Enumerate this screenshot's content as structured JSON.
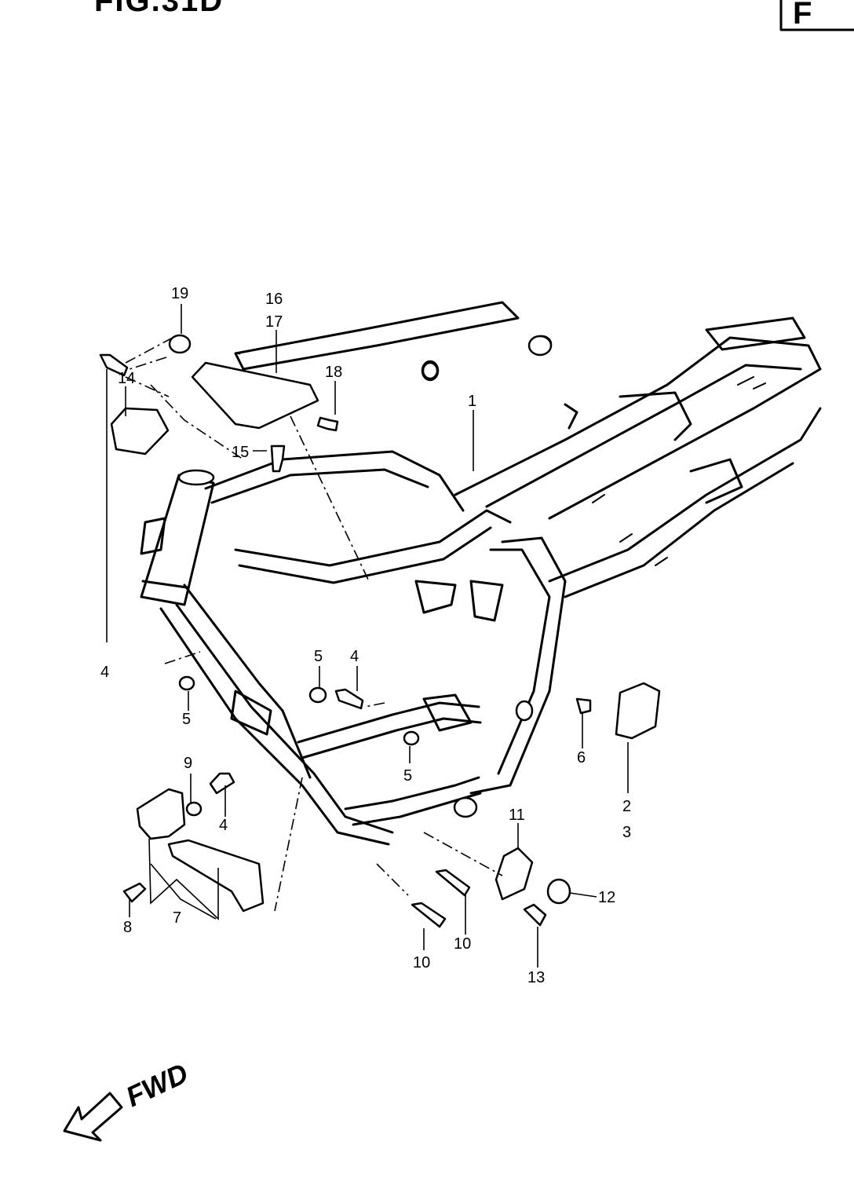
{
  "figure": {
    "title": "FIG.31D",
    "section_badge": "F"
  },
  "direction": {
    "label": "FWD"
  },
  "callouts": [
    {
      "id": "c19",
      "text": "19"
    },
    {
      "id": "c16",
      "text": "16"
    },
    {
      "id": "c17",
      "text": "17"
    },
    {
      "id": "c18",
      "text": "18"
    },
    {
      "id": "c14",
      "text": "14"
    },
    {
      "id": "c15",
      "text": "15"
    },
    {
      "id": "c1",
      "text": "1"
    },
    {
      "id": "c4a",
      "text": "4"
    },
    {
      "id": "c5a",
      "text": "5"
    },
    {
      "id": "c5b",
      "text": "5"
    },
    {
      "id": "c4b",
      "text": "4"
    },
    {
      "id": "c6",
      "text": "6"
    },
    {
      "id": "c5c",
      "text": "5"
    },
    {
      "id": "c9",
      "text": "9"
    },
    {
      "id": "c4c",
      "text": "4"
    },
    {
      "id": "c2",
      "text": "2"
    },
    {
      "id": "c3",
      "text": "3"
    },
    {
      "id": "c11",
      "text": "11"
    },
    {
      "id": "c12",
      "text": "12"
    },
    {
      "id": "c8",
      "text": "8"
    },
    {
      "id": "c7",
      "text": "7"
    },
    {
      "id": "c10a",
      "text": "10"
    },
    {
      "id": "c10b",
      "text": "10"
    },
    {
      "id": "c13",
      "text": "13"
    }
  ]
}
